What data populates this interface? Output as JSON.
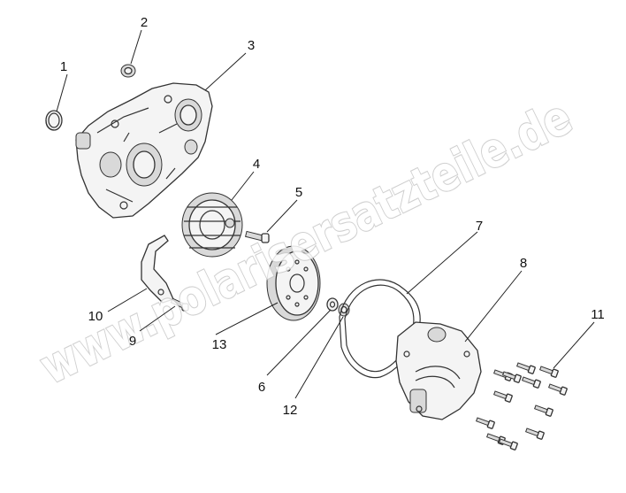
{
  "diagram": {
    "watermark": "www.polarisersatzteile.de",
    "callouts": [
      "1",
      "2",
      "3",
      "4",
      "5",
      "6",
      "7",
      "8",
      "9",
      "10",
      "11",
      "12",
      "13"
    ]
  }
}
